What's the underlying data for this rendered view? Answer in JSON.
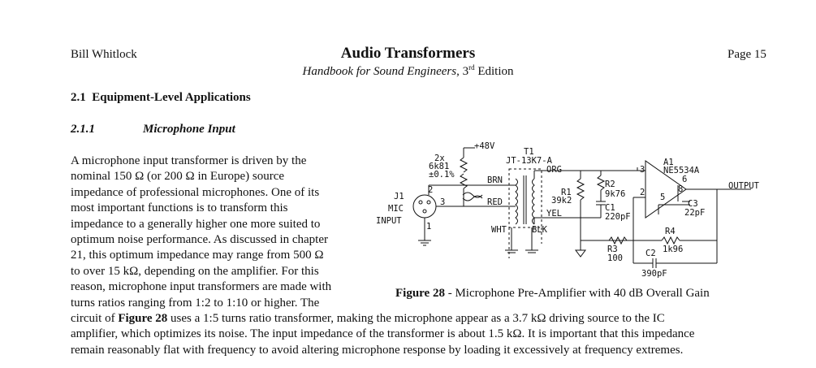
{
  "header": {
    "author": "Bill Whitlock",
    "title": "Audio Transformers",
    "subtitle_prefix": "Handbook for Sound Engineers",
    "subtitle_sep": ", ",
    "subtitle_edition_num": "3",
    "subtitle_edition_sup": "rd",
    "subtitle_edition_word": " Edition",
    "page": "Page 15"
  },
  "section": {
    "number_title": "2.1  Equipment-Level Applications"
  },
  "subsection": {
    "number": "2.1.1",
    "title": "Microphone Input"
  },
  "paragraph_left_lines": [
    "A microphone input transformer is driven by the",
    "nominal 150 Ω (or 200 Ω in Europe) source",
    "impedance of professional microphones. One of its",
    "most important functions is to transform this",
    "impedance to a generally higher one more suited to",
    "optimum noise performance. As discussed in chapter",
    "21, this optimum impedance may range from 500 Ω",
    "to over 15 kΩ, depending on the amplifier. For this",
    "reason, microphone input transformers are made with",
    "turns ratios ranging from 1:2 to 1:10 or higher. The"
  ],
  "paragraph_full": {
    "line1_pre": "circuit of ",
    "line1_ref": "Figure 28",
    "line1_post": " uses a 1:5 turns ratio transformer, making the microphone appear as a 3.7 kΩ driving source to the IC",
    "line2": "amplifier, which optimizes its noise. The input impedance of the transformer is about 1.5 kΩ. It is important that this impedance",
    "line3": "remain reasonably flat with frequency to avoid altering microphone response by loading it excessively at frequency extremes."
  },
  "figure": {
    "caption_label": "Figure 28",
    "caption_text": " - Microphone Pre-Amplifier with 40 dB Overall Gain",
    "labels": {
      "plus48": "+48V",
      "res2x": "2x",
      "res6k81": "6k81",
      "tol": "±0.1%",
      "t1": "T1",
      "t1part": "JT-13K7-A",
      "org": "ORG",
      "brn": "BRN",
      "red": "RED",
      "yel": "YEL",
      "wht": "WHT",
      "blk": "BLK",
      "r1": "R1",
      "r1val": "39k2",
      "r2": "R2",
      "r2val": "9k76",
      "c1": "C1",
      "c1val": "220pF",
      "a1": "A1",
      "a1part": "NE5534A",
      "output": "OUTPUT",
      "c3": "C3",
      "c3val": "22pF",
      "r4": "R4",
      "r4val": "1k96",
      "c2": "C2",
      "c2val": "390pF",
      "r3": "R3",
      "r3val": "100",
      "j1": "J1",
      "mic": "MIC",
      "input": "INPUT",
      "pin1": "1",
      "pin2": "2",
      "pin3": "3",
      "op2": "2",
      "op3": "3",
      "op5": "5",
      "op6": "6",
      "op8": "8"
    }
  }
}
